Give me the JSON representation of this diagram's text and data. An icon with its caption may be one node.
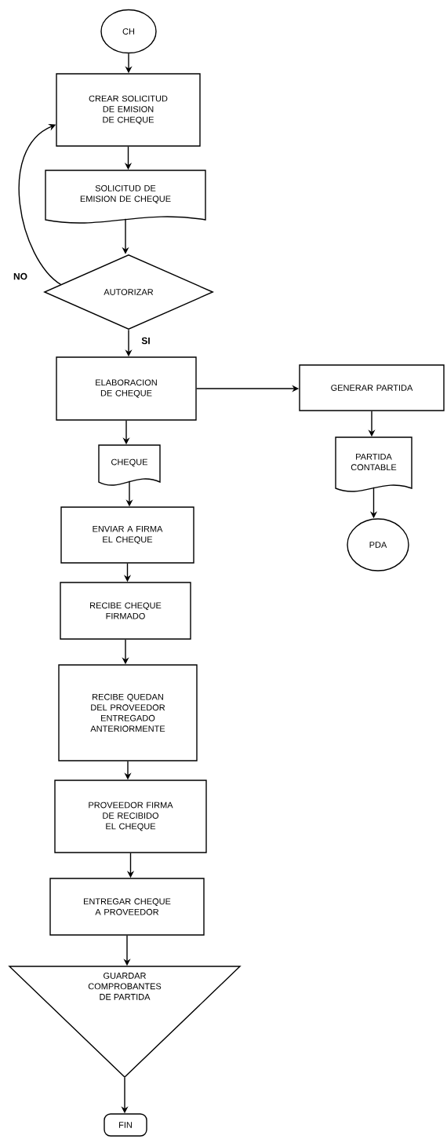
{
  "diagram": {
    "nodes": [
      {
        "text": [
          "CH"
        ]
      },
      {
        "text": [
          "CREAR SOLICITUD DE EMISION DE CHEQUE"
        ]
      },
      {
        "text": [
          "SOLICITUD DE EMISION DE CHEQUE"
        ]
      },
      {
        "text": [
          "AUTORIZAR"
        ]
      },
      {
        "text": [
          "ELABORACION DE CHEQUE"
        ]
      },
      {
        "text": [
          "GENERAR PARTIDA"
        ]
      },
      {
        "text": [
          "PARTIDA CONTABLE"
        ]
      },
      {
        "text": [
          "PDA"
        ]
      },
      {
        "text": [
          "CHEQUE"
        ]
      },
      {
        "text": [
          "ENVIAR A FIRMA EL CHEQUE"
        ]
      },
      {
        "text": [
          "RECIBE CHEQUE FIRMADO"
        ]
      },
      {
        "text": [
          "RECIBE QUEDAN DEL PROVEEDOR ENTREGADO ANTERIORMENTE"
        ]
      },
      {
        "text": [
          "PROVEEDOR FIRMA DE RECIBIDO EL CHEQUE"
        ]
      },
      {
        "text": [
          "ENTREGAR CHEQUE A PROVEEDOR"
        ]
      },
      {
        "text": [
          "GUARDAR COMPROBANTES DE PARTIDA"
        ]
      },
      {
        "text": [
          "FIN"
        ]
      }
    ],
    "edges": [
      {
        "from": 0,
        "to": 1,
        "arrow": "to"
      },
      {
        "from": 1,
        "to": 2,
        "arrow": "to"
      },
      {
        "from": 2,
        "to": 3,
        "arrow": "to"
      },
      {
        "from": 3,
        "to": 1,
        "arrow": "to",
        "label": "NO"
      },
      {
        "from": 3,
        "to": 4,
        "arrow": "to",
        "label": "SI"
      },
      {
        "from": 4,
        "to": 5,
        "arrow": "to"
      },
      {
        "from": 5,
        "to": 6,
        "arrow": "to"
      },
      {
        "from": 6,
        "to": 7,
        "arrow": "to"
      },
      {
        "from": 4,
        "to": 8,
        "arrow": "to"
      },
      {
        "from": 8,
        "to": 9,
        "arrow": "to"
      },
      {
        "from": 9,
        "to": 10,
        "arrow": "to"
      },
      {
        "from": 10,
        "to": 11,
        "arrow": "to"
      },
      {
        "from": 11,
        "to": 12,
        "arrow": "to"
      },
      {
        "from": 12,
        "to": 13,
        "arrow": "to"
      },
      {
        "from": 13,
        "to": 14,
        "arrow": "to"
      },
      {
        "from": 14,
        "to": 15,
        "arrow": "to"
      }
    ]
  }
}
